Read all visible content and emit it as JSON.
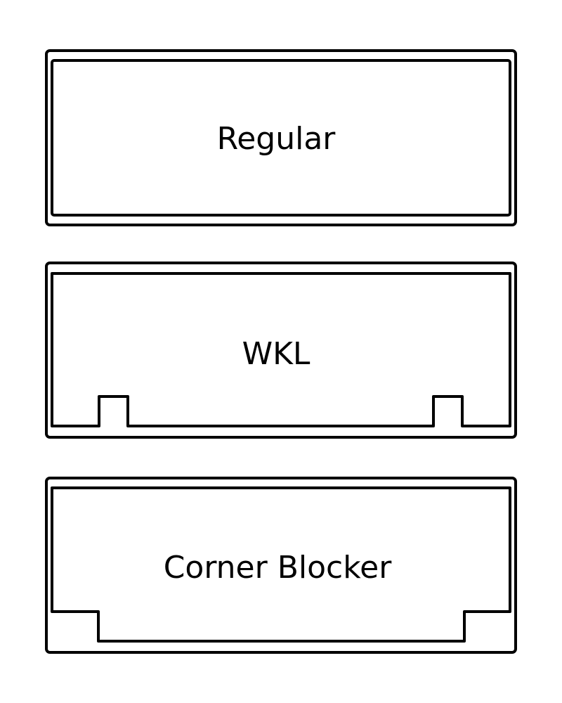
{
  "diagram": {
    "panels": [
      {
        "label": "Regular"
      },
      {
        "label": "WKL"
      },
      {
        "label": "Corner Blocker"
      }
    ],
    "stroke_color": "#000000",
    "background": "#ffffff"
  }
}
